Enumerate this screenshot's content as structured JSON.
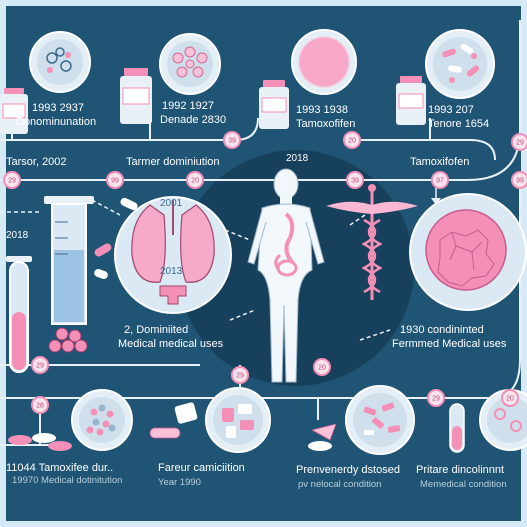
{
  "top_row": {
    "items": [
      {
        "years": "1993  2937",
        "desc": "Donominunation"
      },
      {
        "years": "1992  1927",
        "desc": "Denade 2830"
      },
      {
        "years": "1993  1938",
        "desc": "Tamoxofifen"
      },
      {
        "years": "1993   207",
        "desc": "Tenore 1654"
      }
    ]
  },
  "timeline1": {
    "labels": [
      "Tarsor, 2002",
      "Tarmer dominiution",
      "2018",
      "Tamoxifofen"
    ],
    "markers": [
      "29",
      "99",
      "20",
      "39",
      "20",
      "39",
      "97",
      "99",
      "29"
    ]
  },
  "middle": {
    "year_left": "2018",
    "lung_years": [
      "2001",
      "2013"
    ],
    "center_text_1": "2, Dominiited",
    "center_text_2": "Medical medical  uses",
    "right_text_1": "1930 condininted",
    "right_text_2": "Fermmed Medical    uses"
  },
  "timeline2": {
    "markers": [
      "28",
      "29",
      "20",
      "29",
      "20",
      "29"
    ]
  },
  "bottom_row": {
    "items": [
      {
        "title": "11044 Tamoxifee dur..",
        "sub": "19970  Medical  dotinitution"
      },
      {
        "title": "Fareur camiciition",
        "sub": "Year  1990"
      },
      {
        "title": "Prenvenerdy dstosed",
        "sub": "pv  nelocal  condition"
      },
      {
        "title": "Pritare dincolinnnt",
        "sub": "Memedical  condition"
      }
    ]
  },
  "colors": {
    "background": "#1f5474",
    "frame": "#d6e9f6",
    "pink": "#f48fb8",
    "line": "#e9f1f7"
  }
}
